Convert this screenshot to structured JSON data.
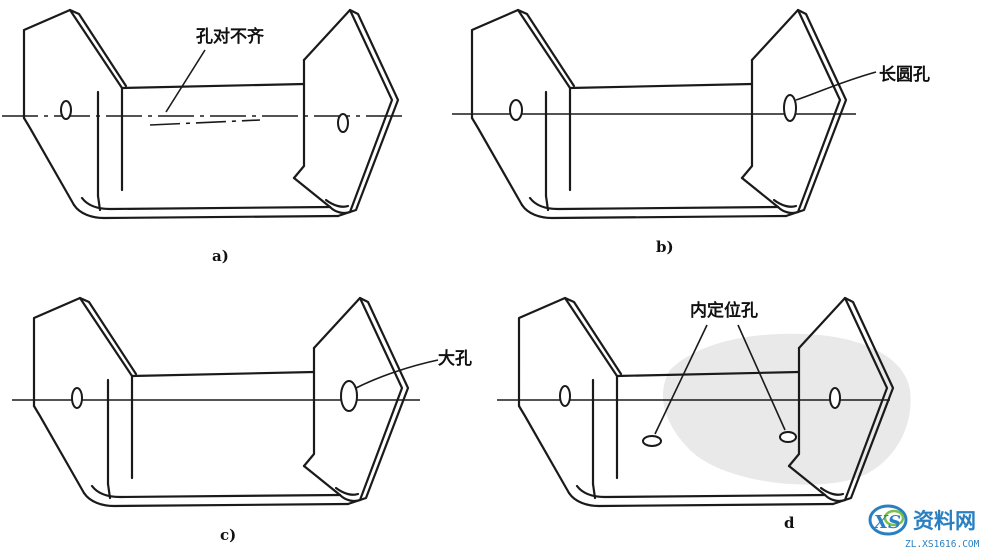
{
  "panels": {
    "a": {
      "caption": "a)",
      "callout": "孔对不齐"
    },
    "b": {
      "caption": "b)",
      "callout": "长圆孔"
    },
    "c": {
      "caption": "c)",
      "callout": "大孔"
    },
    "d": {
      "caption": "d",
      "callout": "内定位孔"
    }
  },
  "watermark": {
    "brand": "资料网",
    "url": "ZL.XS1616.COM"
  },
  "colors": {
    "line": "#1a1a1a",
    "background": "#ffffff",
    "watermark": "#2a7fc1",
    "smudge": "#d9d9d9"
  }
}
